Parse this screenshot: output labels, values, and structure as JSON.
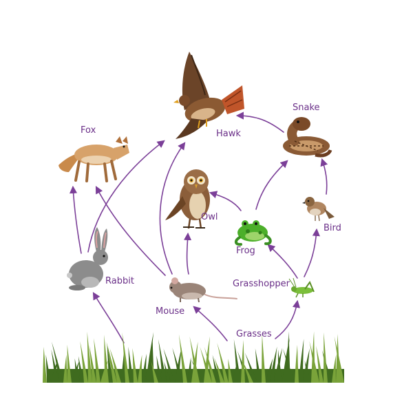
{
  "colors": {
    "arrow": "#7b3f98",
    "label": "#6a2f88",
    "grass_dark": "#3f6b1f",
    "grass_light": "#7aa33a"
  },
  "organisms": {
    "hawk": {
      "label": "Hawk",
      "icon": "hawk-icon"
    },
    "snake": {
      "label": "Snake",
      "icon": "snake-icon"
    },
    "fox": {
      "label": "Fox",
      "icon": "fox-icon"
    },
    "owl": {
      "label": "Owl",
      "icon": "owl-icon"
    },
    "frog": {
      "label": "Frog",
      "icon": "frog-icon"
    },
    "bird": {
      "label": "Bird",
      "icon": "bird-icon"
    },
    "rabbit": {
      "label": "Rabbit",
      "icon": "rabbit-icon"
    },
    "mouse": {
      "label": "Mouse",
      "icon": "mouse-icon"
    },
    "grasshopper": {
      "label": "Grasshopper",
      "icon": "grasshopper-icon"
    },
    "grasses": {
      "label": "Grasses",
      "icon": "grass-icon"
    }
  },
  "links": [
    {
      "from": "grasses",
      "to": "rabbit"
    },
    {
      "from": "grasses",
      "to": "mouse"
    },
    {
      "from": "grasses",
      "to": "grasshopper"
    },
    {
      "from": "rabbit",
      "to": "fox"
    },
    {
      "from": "rabbit",
      "to": "hawk"
    },
    {
      "from": "mouse",
      "to": "fox"
    },
    {
      "from": "mouse",
      "to": "hawk"
    },
    {
      "from": "mouse",
      "to": "owl"
    },
    {
      "from": "grasshopper",
      "to": "frog"
    },
    {
      "from": "grasshopper",
      "to": "bird"
    },
    {
      "from": "frog",
      "to": "owl"
    },
    {
      "from": "frog",
      "to": "snake"
    },
    {
      "from": "bird",
      "to": "snake"
    },
    {
      "from": "snake",
      "to": "hawk"
    }
  ]
}
